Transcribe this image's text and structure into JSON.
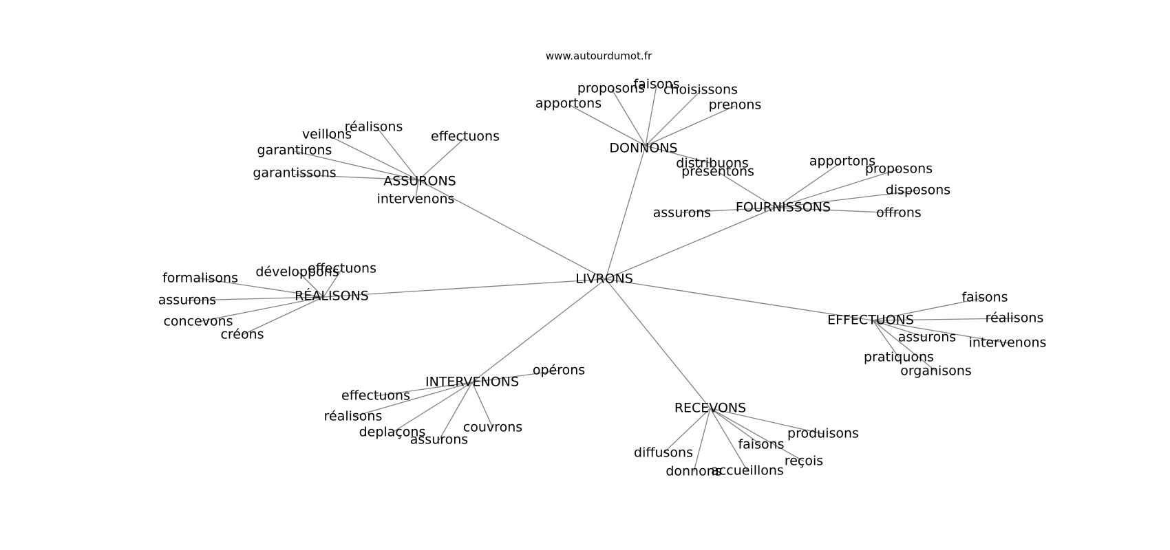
{
  "watermark": "www.autourdumot.fr",
  "center": {
    "id": "livrons",
    "label": "LIVRONS"
  },
  "hubs": [
    {
      "id": "assurons",
      "label": "ASSURONS",
      "children": [
        {
          "id": "a1",
          "label": "réalisons"
        },
        {
          "id": "a2",
          "label": "veillons"
        },
        {
          "id": "a3",
          "label": "effectuons"
        },
        {
          "id": "a4",
          "label": "garantirons"
        },
        {
          "id": "a5",
          "label": "garantissons"
        },
        {
          "id": "a6",
          "label": "intervenons"
        }
      ]
    },
    {
      "id": "donnons",
      "label": "DONNONS",
      "children": [
        {
          "id": "d1",
          "label": "faisons"
        },
        {
          "id": "d2",
          "label": "proposons"
        },
        {
          "id": "d3",
          "label": "choisissons"
        },
        {
          "id": "d4",
          "label": "apportons"
        },
        {
          "id": "d5",
          "label": "prenons"
        },
        {
          "id": "d6",
          "label": "distribuons"
        }
      ]
    },
    {
      "id": "fournissons",
      "label": "FOURNISSONS",
      "children": [
        {
          "id": "f1",
          "label": "apportons"
        },
        {
          "id": "f2",
          "label": "proposons"
        },
        {
          "id": "f3",
          "label": "présentons"
        },
        {
          "id": "f4",
          "label": "disposons"
        },
        {
          "id": "f5",
          "label": "assurons"
        },
        {
          "id": "f6",
          "label": "offrons"
        }
      ]
    },
    {
      "id": "realisons",
      "label": "RÉALISONS",
      "children": [
        {
          "id": "r1",
          "label": "effectuons"
        },
        {
          "id": "r2",
          "label": "développons"
        },
        {
          "id": "r3",
          "label": "formalisons"
        },
        {
          "id": "r4",
          "label": "assurons"
        },
        {
          "id": "r5",
          "label": "concevons"
        },
        {
          "id": "r6",
          "label": "créons"
        }
      ]
    },
    {
      "id": "effectuons",
      "label": "EFFECTUONS",
      "children": [
        {
          "id": "e1",
          "label": "faisons"
        },
        {
          "id": "e2",
          "label": "réalisons"
        },
        {
          "id": "e3",
          "label": "assurons"
        },
        {
          "id": "e4",
          "label": "intervenons"
        },
        {
          "id": "e5",
          "label": "pratiquons"
        },
        {
          "id": "e6",
          "label": "organisons"
        }
      ]
    },
    {
      "id": "intervenons",
      "label": "INTERVENONS",
      "children": [
        {
          "id": "i1",
          "label": "opérons"
        },
        {
          "id": "i2",
          "label": "effectuons"
        },
        {
          "id": "i3",
          "label": "réalisons"
        },
        {
          "id": "i4",
          "label": "deplaçons"
        },
        {
          "id": "i5",
          "label": "couvrons"
        },
        {
          "id": "i6",
          "label": "assurons"
        }
      ]
    },
    {
      "id": "recevons",
      "label": "RECEVONS",
      "children": [
        {
          "id": "c1",
          "label": "produisons"
        },
        {
          "id": "c2",
          "label": "diffusons"
        },
        {
          "id": "c3",
          "label": "faisons"
        },
        {
          "id": "c4",
          "label": "reçois"
        },
        {
          "id": "c5",
          "label": "donnons"
        },
        {
          "id": "c6",
          "label": "accueillons"
        }
      ]
    }
  ]
}
